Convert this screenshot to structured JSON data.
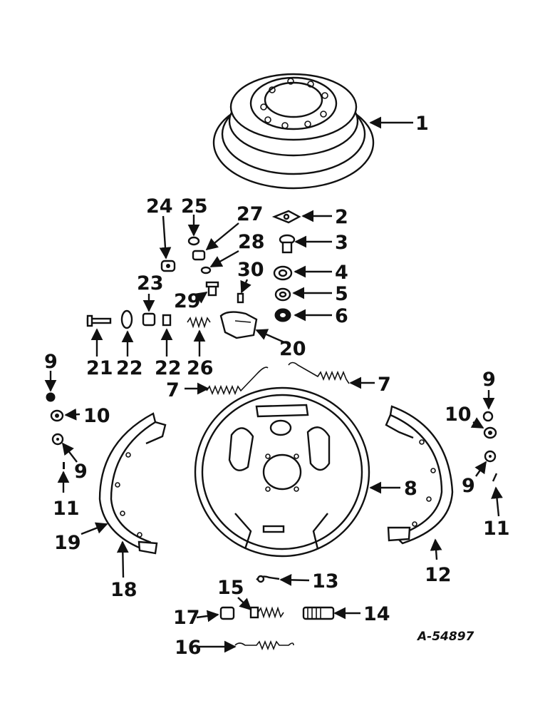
{
  "diagram": {
    "reference": "A-54897",
    "callouts": {
      "c1": "1",
      "c2": "2",
      "c3": "3",
      "c4": "4",
      "c5": "5",
      "c6": "6",
      "c7a": "7",
      "c7b": "7",
      "c8": "8",
      "c9a": "9",
      "c9b": "9",
      "c9c": "9",
      "c9d": "9",
      "c10a": "10",
      "c10b": "10",
      "c11a": "11",
      "c11b": "11",
      "c12": "12",
      "c13": "13",
      "c14": "14",
      "c15": "15",
      "c16": "16",
      "c17": "17",
      "c18": "18",
      "c19": "19",
      "c20": "20",
      "c21": "21",
      "c22a": "22",
      "c22b": "22",
      "c23": "23",
      "c24": "24",
      "c25": "25",
      "c26": "26",
      "c27": "27",
      "c28": "28",
      "c29": "29",
      "c30": "30"
    }
  }
}
